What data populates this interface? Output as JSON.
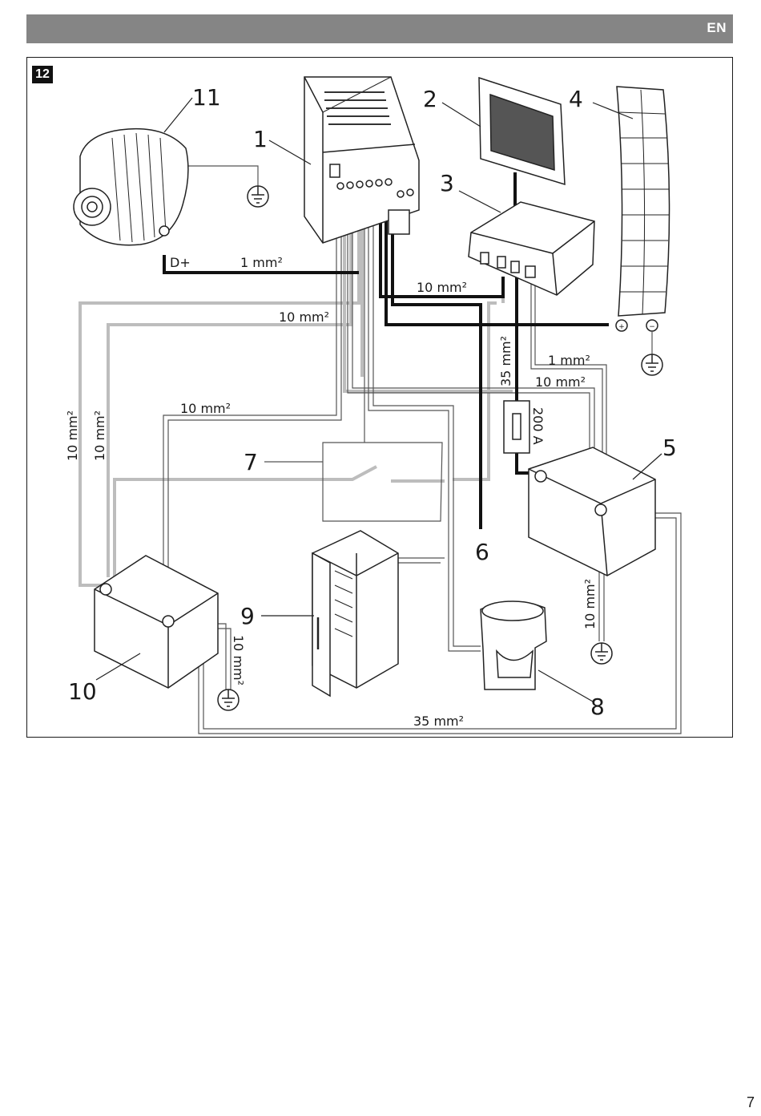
{
  "header": {
    "language": "EN"
  },
  "figure": {
    "number": "12",
    "callouts": {
      "c1": "1",
      "c2": "2",
      "c3": "3",
      "c4": "4",
      "c5": "5",
      "c6": "6",
      "c7": "7",
      "c8": "8",
      "c9": "9",
      "c10": "10",
      "c11": "11"
    },
    "labels": {
      "d_plus": "D+",
      "mm1_top": "1 mm²",
      "mm10_a": "10 mm²",
      "mm10_b": "10 mm²",
      "mm10_c": "10 mm²",
      "mm10_left1": "10 mm²",
      "mm10_left2": "10 mm²",
      "mm35_vert": "35 mm²",
      "mm1_right": "1 mm²",
      "mm10_right": "10 mm²",
      "fuse": "200 A",
      "mm10_batt5": "10 mm²",
      "mm10_batt10": "10 mm²",
      "mm35_bottom": "35 mm²"
    },
    "wire_colors": {
      "heavy": "#111111",
      "light": "#bdbdbd",
      "thin": "#6a6a6a"
    }
  },
  "footer": {
    "page_number": "7"
  }
}
